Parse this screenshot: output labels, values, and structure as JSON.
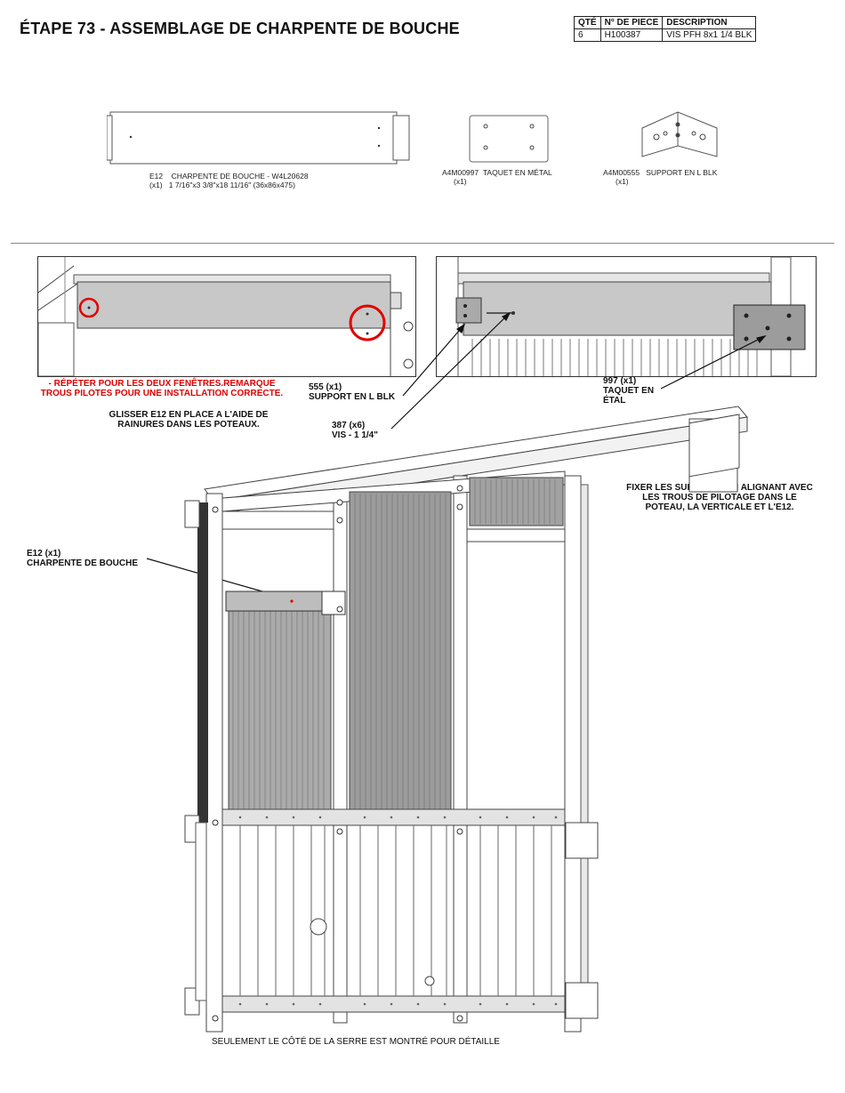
{
  "title": "ÉTAPE 73 - ASSEMBLAGE DE CHARPENTE DE BOUCHE",
  "parts_table": {
    "headers": [
      "QTÉ",
      "N° DE PIECE",
      "DESCRIPTION"
    ],
    "rows": [
      [
        "6",
        "H100387",
        "VIS PFH 8x1 1/4 BLK"
      ]
    ]
  },
  "parts": {
    "e12": {
      "code": "E12",
      "qty": "(x1)",
      "name": "CHARPENTE DE BOUCHE - W4L20628",
      "dims": "1 7/16\"x3 3/8\"x18 11/16\" (36x86x475)"
    },
    "taquet": {
      "code": "A4M00997",
      "name": "TAQUET EN MÉTAL",
      "qty": "(x1)"
    },
    "support": {
      "code": "A4M00555",
      "name": "SUPPORT EN L BLK",
      "qty": "(x1)"
    }
  },
  "callouts": {
    "repeat_line1": "- RÉPÉTER POUR LES DEUX FENÊTRES.REMARQUE",
    "repeat_line2": "TROUS PILOTES POUR UNE INSTALLATION CORRECTE.",
    "slide_line1": "GLISSER E12 EN PLACE A L'AIDE DE",
    "slide_line2": "RAINURES DANS LES POTEAUX.",
    "support_line1": "555 (x1)",
    "support_line2": "SUPPORT EN L BLK",
    "screw_line1": "387 (x6)",
    "screw_line2": "VIS - 1 1/4\"",
    "taquet_line1": "997 (x1)",
    "taquet_line2": "TAQUET EN",
    "taquet_line3": "ÉTAL",
    "fix_line1": "FIXER LES SUPPORTS EN ALIGNANT AVEC",
    "fix_line2": "LES TROUS DE PILOTAGE DANS LE",
    "fix_line3": "POTEAU, LA VERTICALE ET L'E12.",
    "e12_line1": "E12 (x1)",
    "e12_line2": "CHARPENTE DE BOUCHE"
  },
  "footer": "SEULEMENT LE CÔTÉ DE LA SERRE EST MONTRÉ POUR DÉTAILLE",
  "colors": {
    "highlight_red": "#e00000",
    "panel_gray": "#c8c8c8"
  }
}
